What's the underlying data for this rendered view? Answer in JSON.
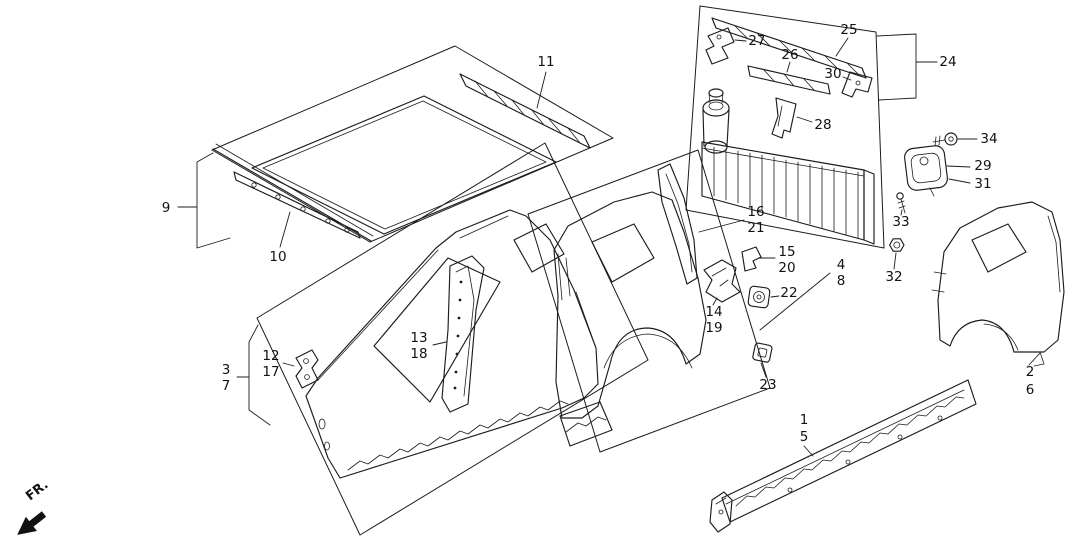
{
  "diagram": {
    "background_color": "#ffffff",
    "line_color": "#1c1c1c",
    "direction_label": "FR.",
    "callouts": {
      "c1": "1",
      "c2": "2",
      "c3": "3",
      "c4": "4",
      "c5": "5",
      "c6": "6",
      "c7": "7",
      "c8": "8",
      "c9": "9",
      "c10": "10",
      "c11": "11",
      "c12": "12",
      "c13": "13",
      "c14": "14",
      "c15": "15",
      "c16": "16",
      "c17": "17",
      "c18": "18",
      "c19": "19",
      "c20": "20",
      "c21": "21",
      "c22": "22",
      "c23": "23",
      "c24": "24",
      "c25": "25",
      "c26": "26",
      "c27": "27",
      "c28": "28",
      "c29": "29",
      "c30": "30",
      "c31": "31",
      "c32": "32",
      "c33": "33",
      "c34": "34"
    }
  }
}
